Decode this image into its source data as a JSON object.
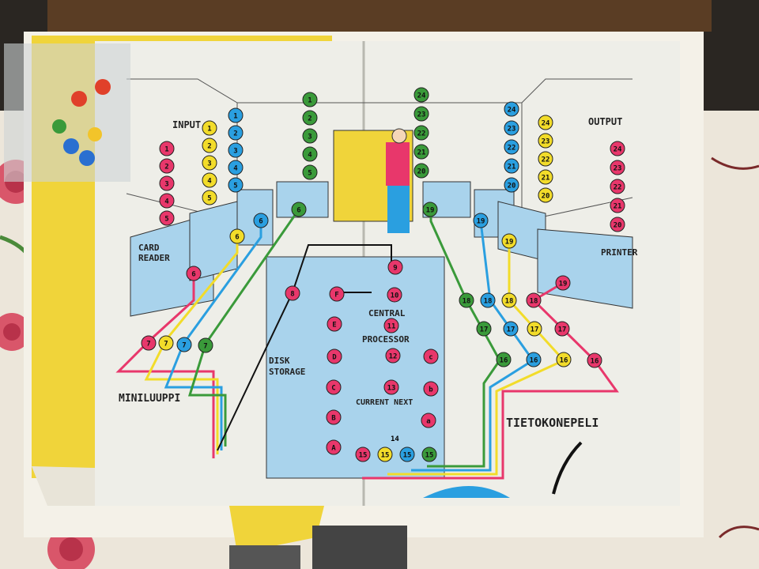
{
  "labels": {
    "input": "INPUT",
    "output": "OUTPUT",
    "card_reader_1": "CARD",
    "card_reader_2": "READER",
    "printer": "PRINTER",
    "central_1": "CENTRAL",
    "central_2": "PROCESSOR",
    "disk_1": "DISK",
    "disk_2": "STORAGE",
    "current_next": "CURRENT NEXT",
    "miniluuppi": "MINILUUPPI",
    "title": "TIETOKONEPELI"
  },
  "colors": {
    "red": "#e8376b",
    "yellow": "#f2dc2a",
    "blue": "#2a9fe0",
    "green": "#3a9a3a",
    "machine": "#a9d3ec",
    "board": "#eeeee8",
    "box": "#f4f1e8",
    "box_yellow": "#f0d43a",
    "tablecloth": "#ece6da",
    "stone": "#2a2622"
  },
  "tokens": {
    "red_input": [
      "1",
      "2",
      "3",
      "4",
      "5"
    ],
    "yellow_input": [
      "1",
      "2",
      "3",
      "4",
      "5"
    ],
    "blue_input": [
      "1",
      "2",
      "3",
      "4",
      "5"
    ],
    "green_input": [
      "1",
      "2",
      "3",
      "4",
      "5"
    ],
    "green_output": [
      "24",
      "23",
      "22",
      "21",
      "20"
    ],
    "blue_output": [
      "24",
      "23",
      "22",
      "21",
      "20"
    ],
    "yellow_output": [
      "24",
      "23",
      "22",
      "21",
      "20"
    ],
    "red_output": [
      "24",
      "23",
      "22",
      "21",
      "20"
    ],
    "six": [
      "6",
      "6",
      "6",
      "6"
    ],
    "seven": [
      "7",
      "7",
      "7",
      "7"
    ],
    "eight": "8",
    "nine": "9",
    "ten": "10",
    "eleven": "11",
    "twelve": "12",
    "thirteen": "13",
    "fourteen": "14",
    "fifteen": [
      "15",
      "15",
      "15",
      "15"
    ],
    "sixteen": [
      "16",
      "16",
      "16",
      "16"
    ],
    "seventeen": [
      "17",
      "17",
      "17",
      "17"
    ],
    "eighteen": [
      "18",
      "18",
      "18",
      "18"
    ],
    "nineteen": [
      "19",
      "19",
      "19",
      "19"
    ],
    "letters_left": [
      "F",
      "E",
      "D",
      "C",
      "B",
      "A"
    ],
    "letters_right": [
      "c",
      "b",
      "a"
    ]
  }
}
